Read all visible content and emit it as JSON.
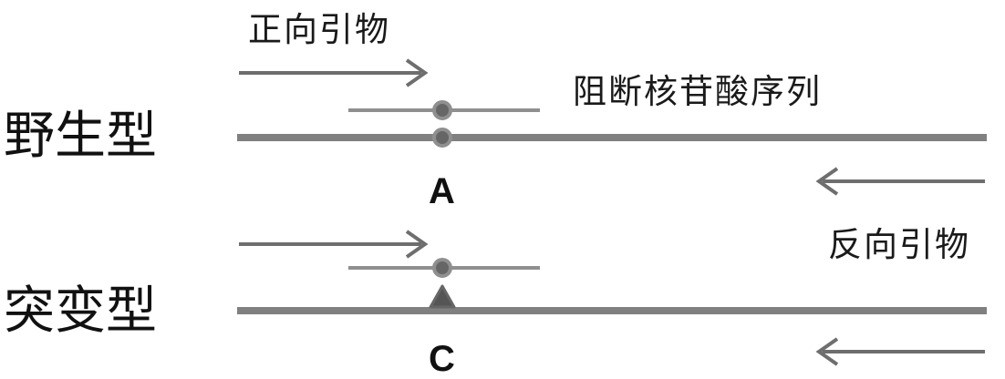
{
  "labels": {
    "forward_primer": "正向引物",
    "blocker_sequence": "阻断核苷酸序列",
    "reverse_primer": "反向引物",
    "wild_type": "野生型",
    "mutant_type": "突变型",
    "wild_base": "A",
    "mutant_base": "C"
  },
  "colors": {
    "strand": "#808080",
    "blocker": "#8f8f8f",
    "arrow": "#6e6e6e",
    "marker": "#666666"
  }
}
